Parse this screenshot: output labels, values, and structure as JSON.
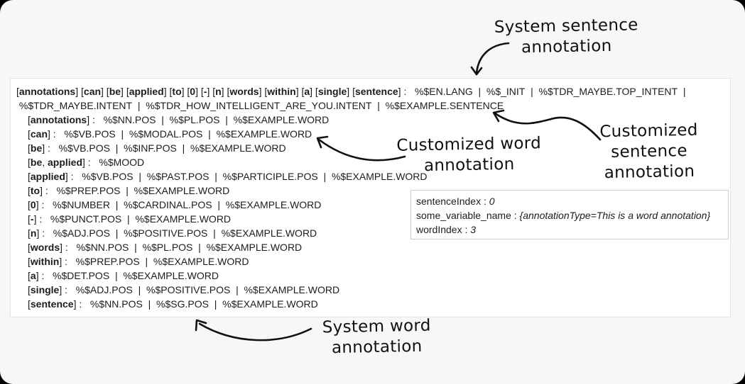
{
  "labels": {
    "system_sentence": {
      "lines": [
        "System sentence",
        "annotation"
      ]
    },
    "customized_sentence": {
      "lines": [
        "Customized",
        "sentence",
        "annotation"
      ]
    },
    "customized_word": {
      "lines": [
        "Customized word",
        "annotation"
      ]
    },
    "system_word": {
      "lines": [
        "System word",
        "annotation"
      ]
    }
  },
  "sentence_line": {
    "token_groups": [
      [
        "annotations"
      ],
      [
        "can"
      ],
      [
        "be"
      ],
      [
        "applied"
      ],
      [
        "to"
      ],
      [
        "0"
      ],
      [
        "-"
      ],
      [
        "n"
      ],
      [
        "words"
      ],
      [
        "within"
      ],
      [
        "a"
      ],
      [
        "single"
      ],
      [
        "sentence"
      ]
    ],
    "annotations": [
      "%$EN.LANG",
      "%$_INIT",
      "%$TDR_MAYBE.TOP_INTENT",
      "%$TDR_MAYBE.INTENT",
      "%$TDR_HOW_INTELLIGENT_ARE_YOU.INTENT",
      "%$EXAMPLE.SENTENCE"
    ]
  },
  "word_lines": [
    {
      "words": [
        "annotations"
      ],
      "annotations": [
        "%$NN.POS",
        "%$PL.POS",
        "%$EXAMPLE.WORD"
      ]
    },
    {
      "words": [
        "can"
      ],
      "annotations": [
        "%$VB.POS",
        "%$MODAL.POS",
        "%$EXAMPLE.WORD"
      ]
    },
    {
      "words": [
        "be"
      ],
      "annotations": [
        "%$VB.POS",
        "%$INF.POS",
        "%$EXAMPLE.WORD"
      ]
    },
    {
      "words": [
        "be",
        "applied"
      ],
      "annotations": [
        "%$MOOD"
      ]
    },
    {
      "words": [
        "applied"
      ],
      "annotations": [
        "%$VB.POS",
        "%$PAST.POS",
        "%$PARTICIPLE.POS",
        "%$EXAMPLE.WORD"
      ]
    },
    {
      "words": [
        "to"
      ],
      "annotations": [
        "%$PREP.POS",
        "%$EXAMPLE.WORD"
      ]
    },
    {
      "words": [
        "0"
      ],
      "annotations": [
        "%$NUMBER",
        "%$CARDINAL.POS",
        "%$EXAMPLE.WORD"
      ]
    },
    {
      "words": [
        "-"
      ],
      "annotations": [
        "%$PUNCT.POS",
        "%$EXAMPLE.WORD"
      ]
    },
    {
      "words": [
        "n"
      ],
      "annotations": [
        "%$ADJ.POS",
        "%$POSITIVE.POS",
        "%$EXAMPLE.WORD"
      ]
    },
    {
      "words": [
        "words"
      ],
      "annotations": [
        "%$NN.POS",
        "%$PL.POS",
        "%$EXAMPLE.WORD"
      ]
    },
    {
      "words": [
        "within"
      ],
      "annotations": [
        "%$PREP.POS",
        "%$EXAMPLE.WORD"
      ]
    },
    {
      "words": [
        "a"
      ],
      "annotations": [
        "%$DET.POS",
        "%$EXAMPLE.WORD"
      ]
    },
    {
      "words": [
        "single"
      ],
      "annotations": [
        "%$ADJ.POS",
        "%$POSITIVE.POS",
        "%$EXAMPLE.WORD"
      ]
    },
    {
      "words": [
        "sentence"
      ],
      "annotations": [
        "%$NN.POS",
        "%$SG.POS",
        "%$EXAMPLE.WORD"
      ]
    }
  ],
  "info_box": {
    "entries": [
      {
        "key": "sentenceIndex",
        "value": "0"
      },
      {
        "key": "some_variable_name",
        "value": "{annotationType=This is a word annotation}"
      },
      {
        "key": "wordIndex",
        "value": "3"
      }
    ]
  },
  "colors": {
    "canvas_bg": "#f7f7f7",
    "panel_bg": "#ffffff",
    "panel_border": "#e4e4e4",
    "box_border": "#cccccc",
    "text": "#1c1c1c",
    "ink": "#111111"
  }
}
